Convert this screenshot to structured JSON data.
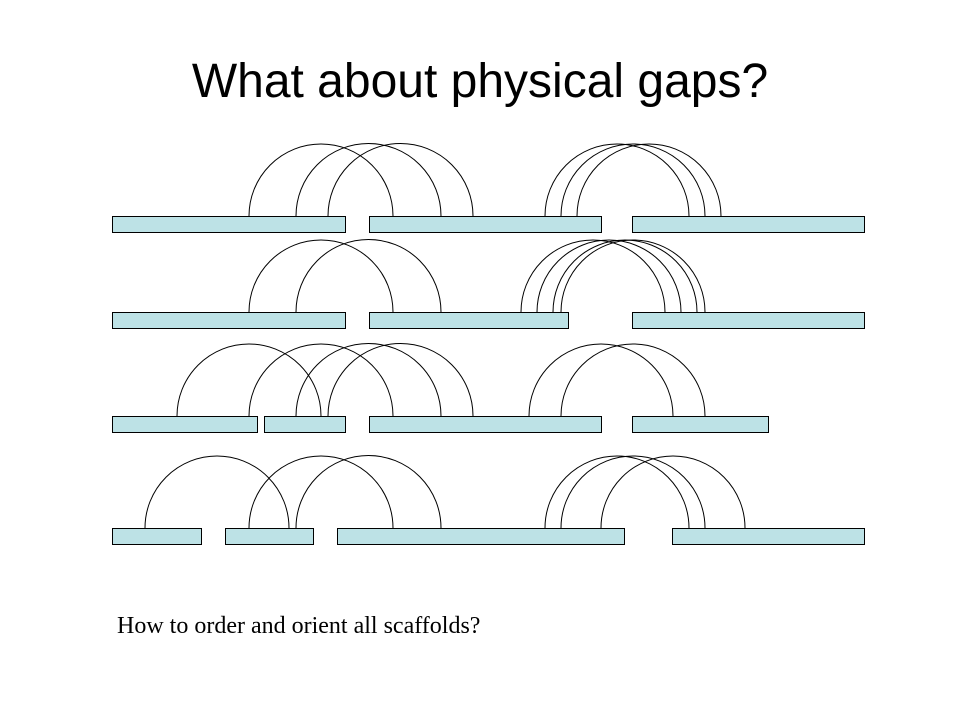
{
  "slide": {
    "title": "What about physical gaps?",
    "caption": "How to order and orient all scaffolds?"
  },
  "colors": {
    "contig_fill": "#bde2e6",
    "contig_stroke": "#000000",
    "arc_stroke": "#000000",
    "background": "#ffffff"
  },
  "diagram": {
    "rows": [
      {
        "contigs": [
          [
            112,
            345
          ],
          [
            369,
            601
          ],
          [
            632,
            864
          ]
        ],
        "arcs": [
          [
            249,
            393
          ],
          [
            296,
            441
          ],
          [
            328,
            473
          ],
          [
            545,
            689
          ],
          [
            561,
            705
          ],
          [
            577,
            721
          ]
        ]
      },
      {
        "contigs": [
          [
            112,
            345
          ],
          [
            369,
            568
          ],
          [
            632,
            864
          ]
        ],
        "arcs": [
          [
            249,
            393
          ],
          [
            296,
            441
          ],
          [
            521,
            665
          ],
          [
            537,
            681
          ],
          [
            553,
            697
          ],
          [
            561,
            705
          ]
        ]
      },
      {
        "contigs": [
          [
            112,
            257
          ],
          [
            264,
            345
          ],
          [
            369,
            601
          ],
          [
            632,
            768
          ]
        ],
        "arcs": [
          [
            177,
            321
          ],
          [
            249,
            393
          ],
          [
            296,
            441
          ],
          [
            328,
            473
          ],
          [
            529,
            673
          ],
          [
            561,
            705
          ]
        ]
      },
      {
        "contigs": [
          [
            112,
            201
          ],
          [
            225,
            313
          ],
          [
            337,
            624
          ],
          [
            672,
            864
          ]
        ],
        "arcs": [
          [
            145,
            289
          ],
          [
            249,
            393
          ],
          [
            296,
            441
          ],
          [
            545,
            689
          ],
          [
            561,
            705
          ],
          [
            601,
            745
          ]
        ]
      }
    ]
  }
}
